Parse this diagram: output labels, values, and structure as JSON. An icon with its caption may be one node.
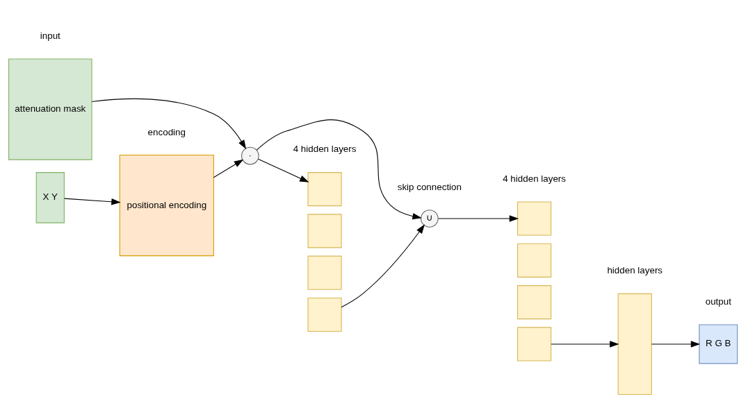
{
  "diagram": {
    "nodes": [
      {
        "text": [
          "attenuation mask"
        ]
      },
      {
        "text": [
          "X Y"
        ]
      },
      {
        "text": [
          "positional encoding"
        ]
      },
      {
        "text": [
          "·"
        ]
      },
      {
        "text": [],
        "shape": "box"
      },
      {
        "text": [],
        "shape": "box"
      },
      {
        "text": [],
        "shape": "box"
      },
      {
        "text": [],
        "shape": "box"
      },
      {
        "text": [
          "∪"
        ]
      },
      {
        "text": [],
        "shape": "box"
      },
      {
        "text": [],
        "shape": "box"
      },
      {
        "text": [],
        "shape": "box"
      },
      {
        "text": [],
        "shape": "box"
      },
      {
        "text": [],
        "shape": "box"
      },
      {
        "text": [
          "R G B"
        ]
      }
    ],
    "edges": [
      {
        "from": 0,
        "to": 3,
        "arrow": "to"
      },
      {
        "from": 1,
        "to": 2,
        "arrow": "to"
      },
      {
        "from": 2,
        "to": 3,
        "arrow": "to"
      },
      {
        "from": 3,
        "to": 4,
        "arrow": "to"
      },
      {
        "from": 3,
        "to": 8,
        "arrow": "to"
      },
      {
        "from": 7,
        "to": 8,
        "arrow": "to"
      },
      {
        "from": 8,
        "to": 9,
        "arrow": "to"
      },
      {
        "from": 12,
        "to": 13,
        "arrow": "to"
      },
      {
        "from": 13,
        "to": 14,
        "arrow": "to"
      }
    ],
    "labels": [
      "input",
      "encoding",
      "4 hidden layers",
      "skip connection",
      "4 hidden layers",
      "hidden layers",
      "output"
    ]
  }
}
